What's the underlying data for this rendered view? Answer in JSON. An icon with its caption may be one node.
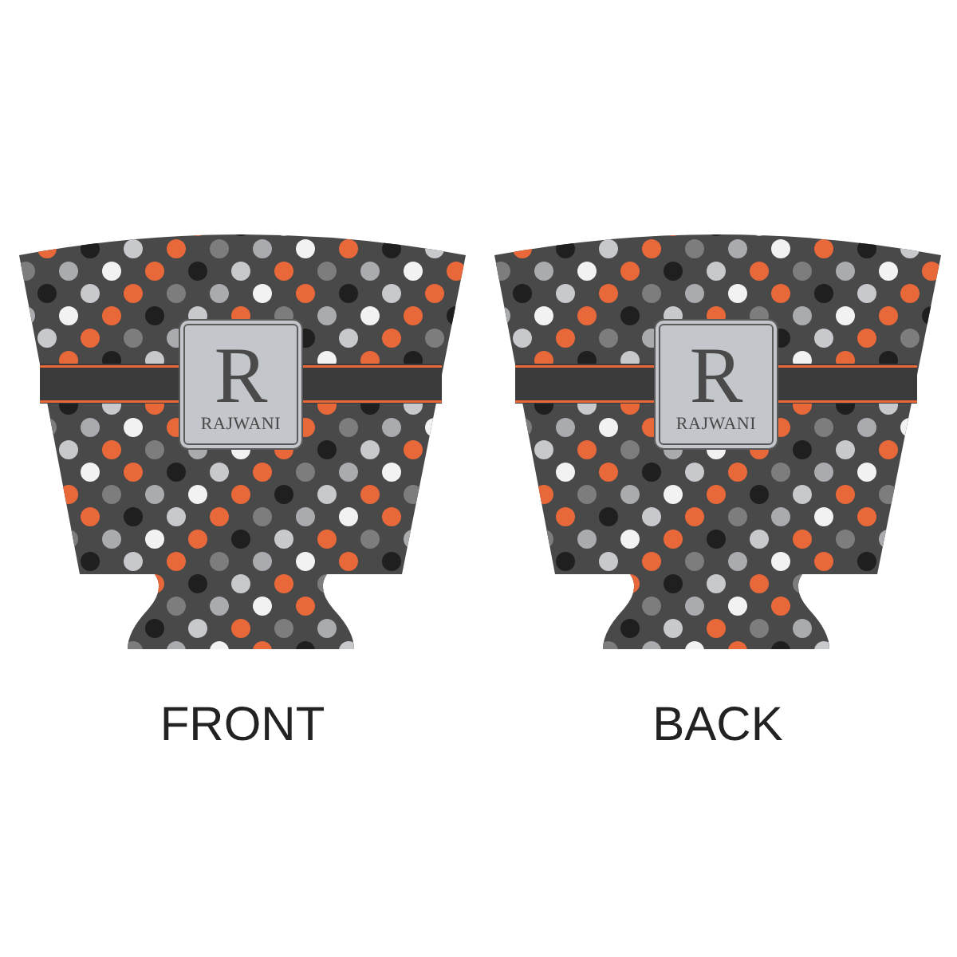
{
  "diagram": {
    "nodes": [
      {
        "text": [],
        "shape": "picture",
        "beside": [
          "FRONT"
        ]
      },
      {
        "text": [
          "R",
          "RAJWANI"
        ],
        "in": 0
      },
      {
        "text": [],
        "shape": "picture",
        "beside": [
          "BACK"
        ]
      },
      {
        "text": [
          "R",
          "RAJWANI"
        ],
        "in": 2
      }
    ]
  }
}
